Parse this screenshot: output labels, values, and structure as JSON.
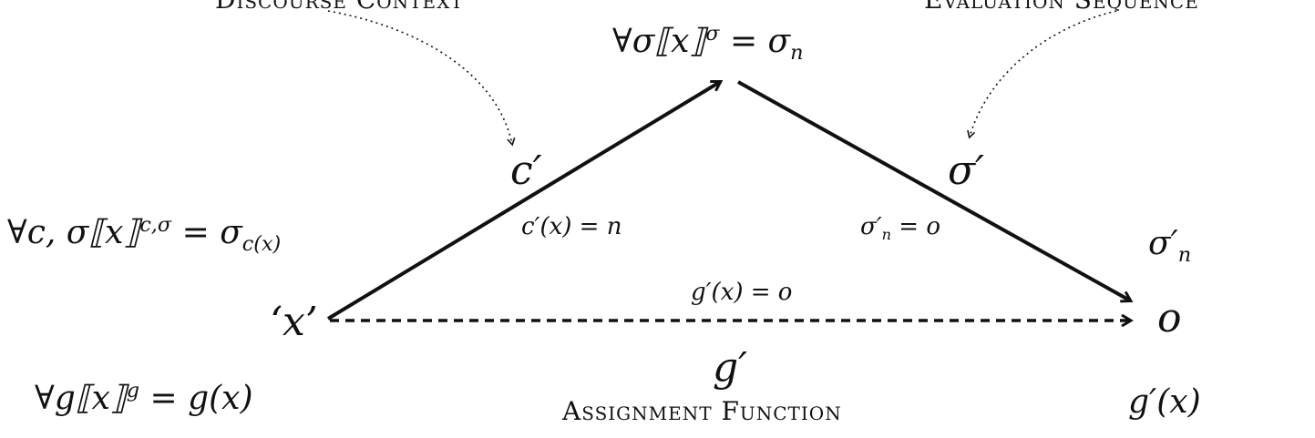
{
  "labels": {
    "discourse_context": "Discourse Context",
    "evaluation_sequence": "Evaluation Sequence",
    "assignment_function": "Assignment Function"
  },
  "top_formula": {
    "forall": "∀σ⟦x⟧",
    "sup": "σ",
    "rhs": " = σ",
    "sub": "n"
  },
  "left_formula": {
    "forall": "∀c, σ⟦x⟧",
    "sup": "c,σ",
    "rhs": " = σ",
    "sub": "c(x)"
  },
  "bottom_left_formula": {
    "forall": "∀g⟦x⟧",
    "sup": "g",
    "rhs": " = g(x)"
  },
  "nodes": {
    "x_node": "‘x’",
    "o_node": "o",
    "sigma_n_prime": "σ′",
    "sigma_n_sub": "n",
    "g_prime_x": "g′(x)"
  },
  "edges": {
    "c_prime": "c′",
    "c_prime_eq": "c′(x) = n",
    "sigma_prime": "σ′",
    "sigma_n_eq_base": "σ′",
    "sigma_n_eq_sub": "n",
    "sigma_n_eq_rhs": " = o",
    "g_prime": "g′",
    "g_prime_eq": "g′(x) = o"
  },
  "colors": {
    "ink": "#111111",
    "background": "#ffffff"
  }
}
